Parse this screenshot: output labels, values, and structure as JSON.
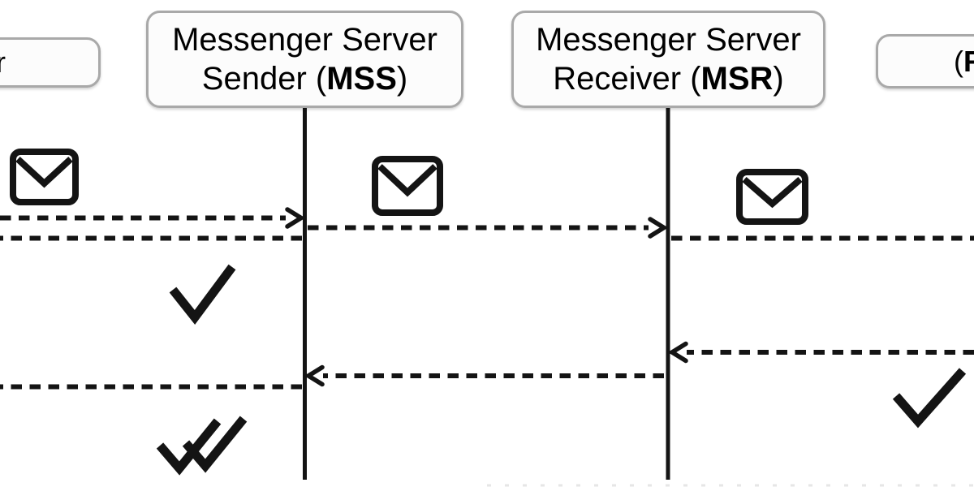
{
  "canvas": {
    "background": "#ffffff",
    "ink": "#141414"
  },
  "palette": {
    "box_border": "#a9a9a9",
    "box_fill": "#fcfcfc",
    "text": "#000000"
  },
  "actors": {
    "sender_cropped": {
      "visible_text": "r"
    },
    "mss": {
      "line1": "Messenger Server",
      "line2_prefix": "Sender (",
      "abbr": "MSS",
      "line2_suffix": ")"
    },
    "msr": {
      "line1": "Messenger Server",
      "line2_prefix": "Receiver (",
      "abbr": "MSR",
      "line2_suffix": ")"
    },
    "receiver_cropped": {
      "prefix": "(",
      "abbr": "R"
    }
  },
  "icons": {
    "message": "envelope-icon",
    "single_ack": "single-check-icon",
    "double_ack": "double-check-icon"
  },
  "flows": [
    {
      "name": "message-to-mss",
      "style": "dashed",
      "direction": "right",
      "arrowhead_at": "MSS"
    },
    {
      "name": "message-mss-to-msr",
      "style": "dashed",
      "direction": "right",
      "arrowhead_at": "MSR"
    },
    {
      "name": "message-msr-to-receiver",
      "style": "dashed",
      "direction": "right",
      "arrowhead_at": "offscreen-right"
    },
    {
      "name": "ack-mss-to-sender",
      "style": "dashed",
      "direction": "left",
      "arrowhead_at": "offscreen-left"
    },
    {
      "name": "receipt-to-msr",
      "style": "dashed",
      "direction": "left",
      "arrowhead_at": "MSR"
    },
    {
      "name": "receipt-msr-to-mss",
      "style": "dashed",
      "direction": "left",
      "arrowhead_at": "MSS"
    },
    {
      "name": "receipt-mss-to-sender",
      "style": "dashed",
      "direction": "left",
      "arrowhead_at": "offscreen-left"
    }
  ]
}
